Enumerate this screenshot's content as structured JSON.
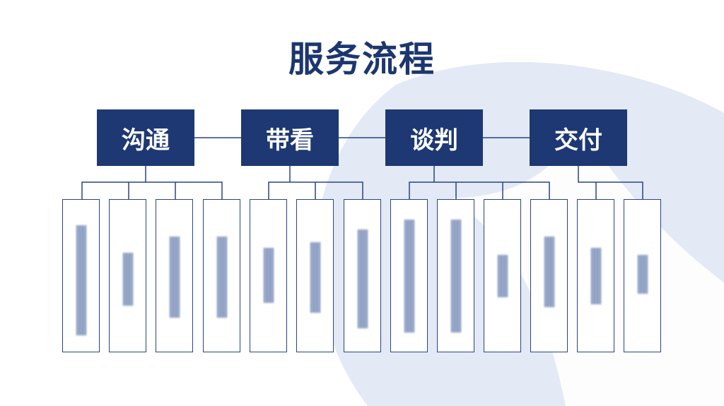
{
  "title": "服务流程",
  "stages": [
    {
      "label": "沟通",
      "children": 4
    },
    {
      "label": "带看",
      "children": 3
    },
    {
      "label": "谈判",
      "children": 4
    },
    {
      "label": "交付",
      "children": 2
    }
  ],
  "colors": {
    "primary": "#1d3872",
    "background_shape": "#e3e9f5"
  }
}
